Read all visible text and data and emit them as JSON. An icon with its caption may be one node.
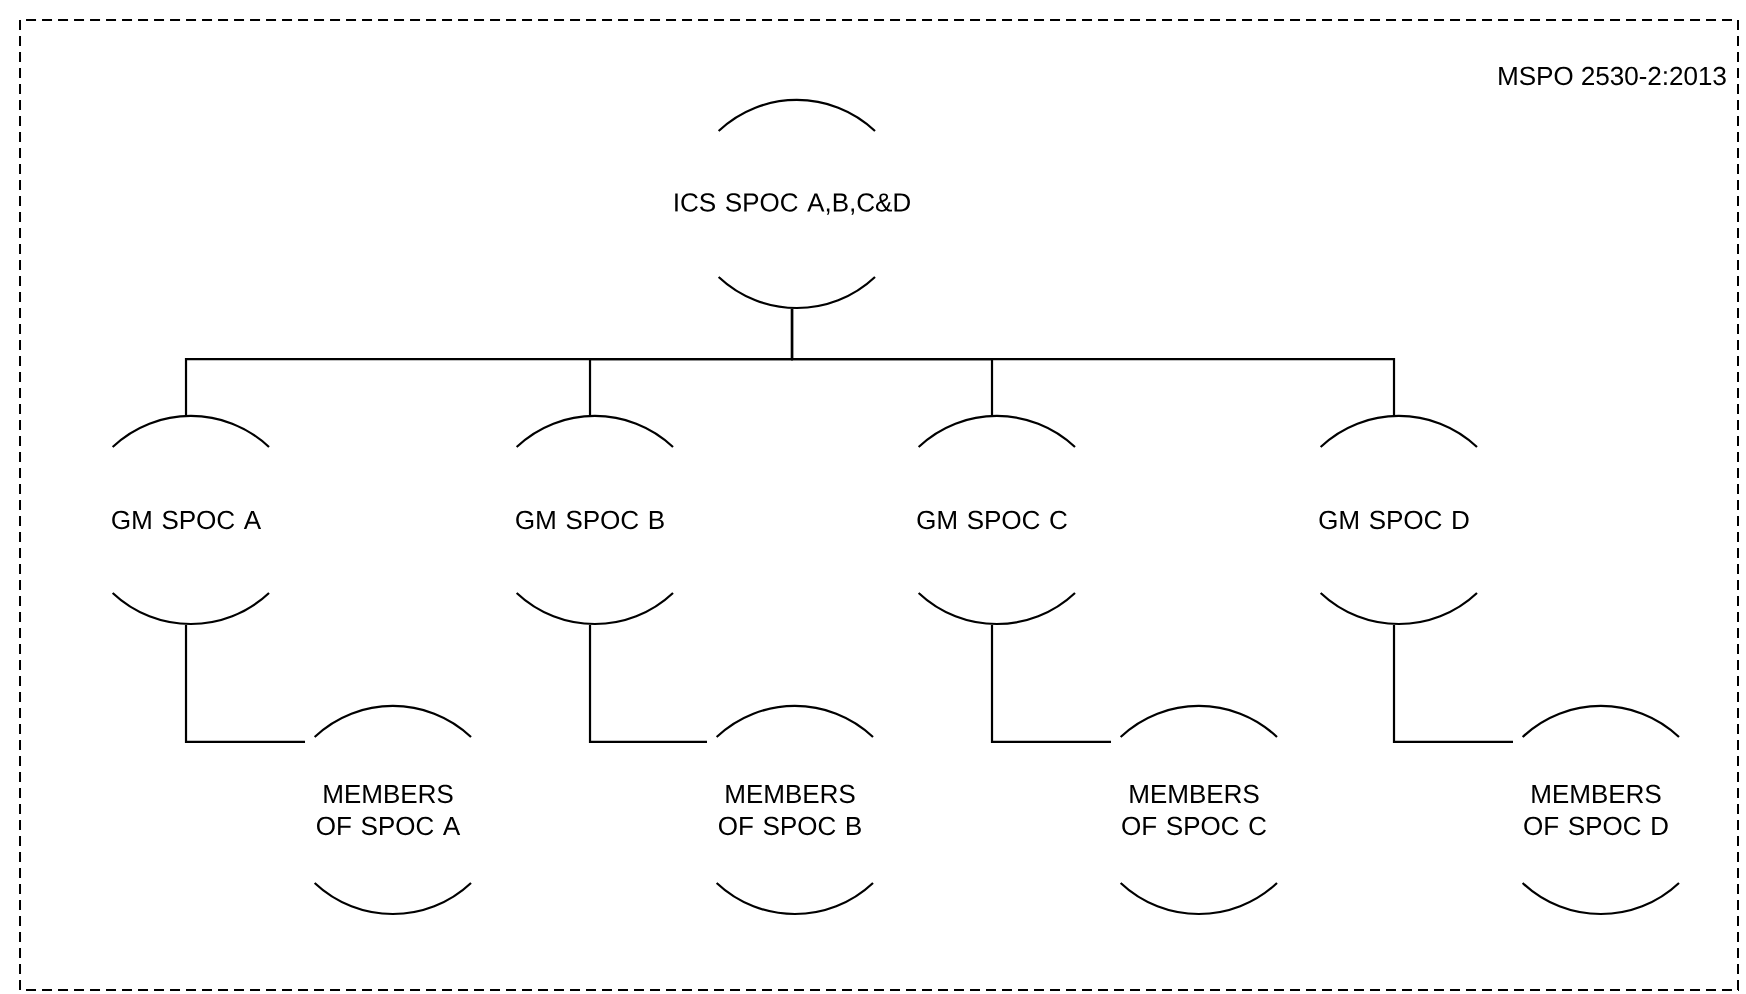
{
  "diagram": {
    "title": "MSPO 2530-2:2013",
    "nodes": [
      {
        "text": [
          "ICS SPOC A,B,C&D"
        ]
      },
      {
        "text": [
          "GM SPOC A"
        ]
      },
      {
        "text": [
          "GM SPOC B"
        ]
      },
      {
        "text": [
          "GM SPOC C"
        ]
      },
      {
        "text": [
          "GM SPOC D"
        ]
      },
      {
        "text": [
          "MEMBERS OF SPOC A"
        ]
      },
      {
        "text": [
          "MEMBERS OF SPOC B"
        ]
      },
      {
        "text": [
          "MEMBERS OF SPOC C"
        ]
      },
      {
        "text": [
          "MEMBERS OF SPOC D"
        ]
      }
    ],
    "edges": [
      {
        "from": 0,
        "to": 1,
        "arrow": "none"
      },
      {
        "from": 0,
        "to": 2,
        "arrow": "none"
      },
      {
        "from": 0,
        "to": 3,
        "arrow": "none"
      },
      {
        "from": 0,
        "to": 4,
        "arrow": "none"
      },
      {
        "from": 1,
        "to": 5,
        "arrow": "none"
      },
      {
        "from": 2,
        "to": 6,
        "arrow": "none"
      },
      {
        "from": 3,
        "to": 7,
        "arrow": "none"
      },
      {
        "from": 4,
        "to": 8,
        "arrow": "none"
      }
    ]
  }
}
